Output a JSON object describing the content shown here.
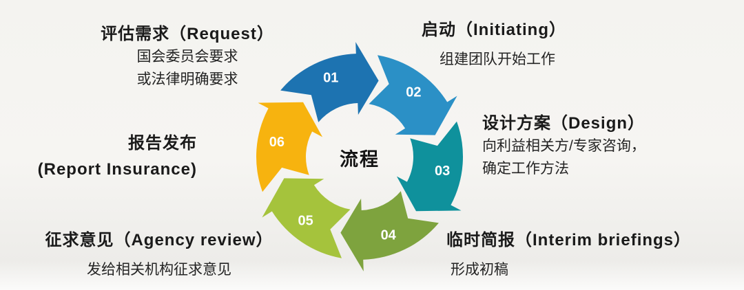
{
  "center_label": "流程",
  "colors": {
    "step01": "#1d73b1",
    "step02": "#2b90c6",
    "step03": "#0f919c",
    "step04": "#7ea33e",
    "step05": "#a5c33c",
    "step06": "#f7b30f",
    "number_text": "#ffffff",
    "body_text": "#1c1c1c"
  },
  "steps": [
    {
      "num": "01",
      "color": "#1d73b1"
    },
    {
      "num": "02",
      "color": "#2b90c6"
    },
    {
      "num": "03",
      "color": "#0f919c"
    },
    {
      "num": "04",
      "color": "#7ea33e"
    },
    {
      "num": "05",
      "color": "#a5c33c"
    },
    {
      "num": "06",
      "color": "#f7b30f"
    }
  ],
  "annotations": {
    "request": {
      "title": "评估需求（Request）",
      "line1": "国会委员会要求",
      "line2": "或法律明确要求"
    },
    "initiating": {
      "title": "启动（Initiating）",
      "line1": "组建团队开始工作"
    },
    "design": {
      "title": "设计方案（Design）",
      "line1": "向利益相关方/专家咨询，",
      "line2": "确定工作方法"
    },
    "interim": {
      "title": "临时简报（Interim briefings）",
      "line1": "形成初稿"
    },
    "agency": {
      "title": "征求意见（Agency review）",
      "line1": "发给相关机构征求意见"
    },
    "report": {
      "title": "报告发布",
      "title2": "(Report Insurance)"
    }
  }
}
